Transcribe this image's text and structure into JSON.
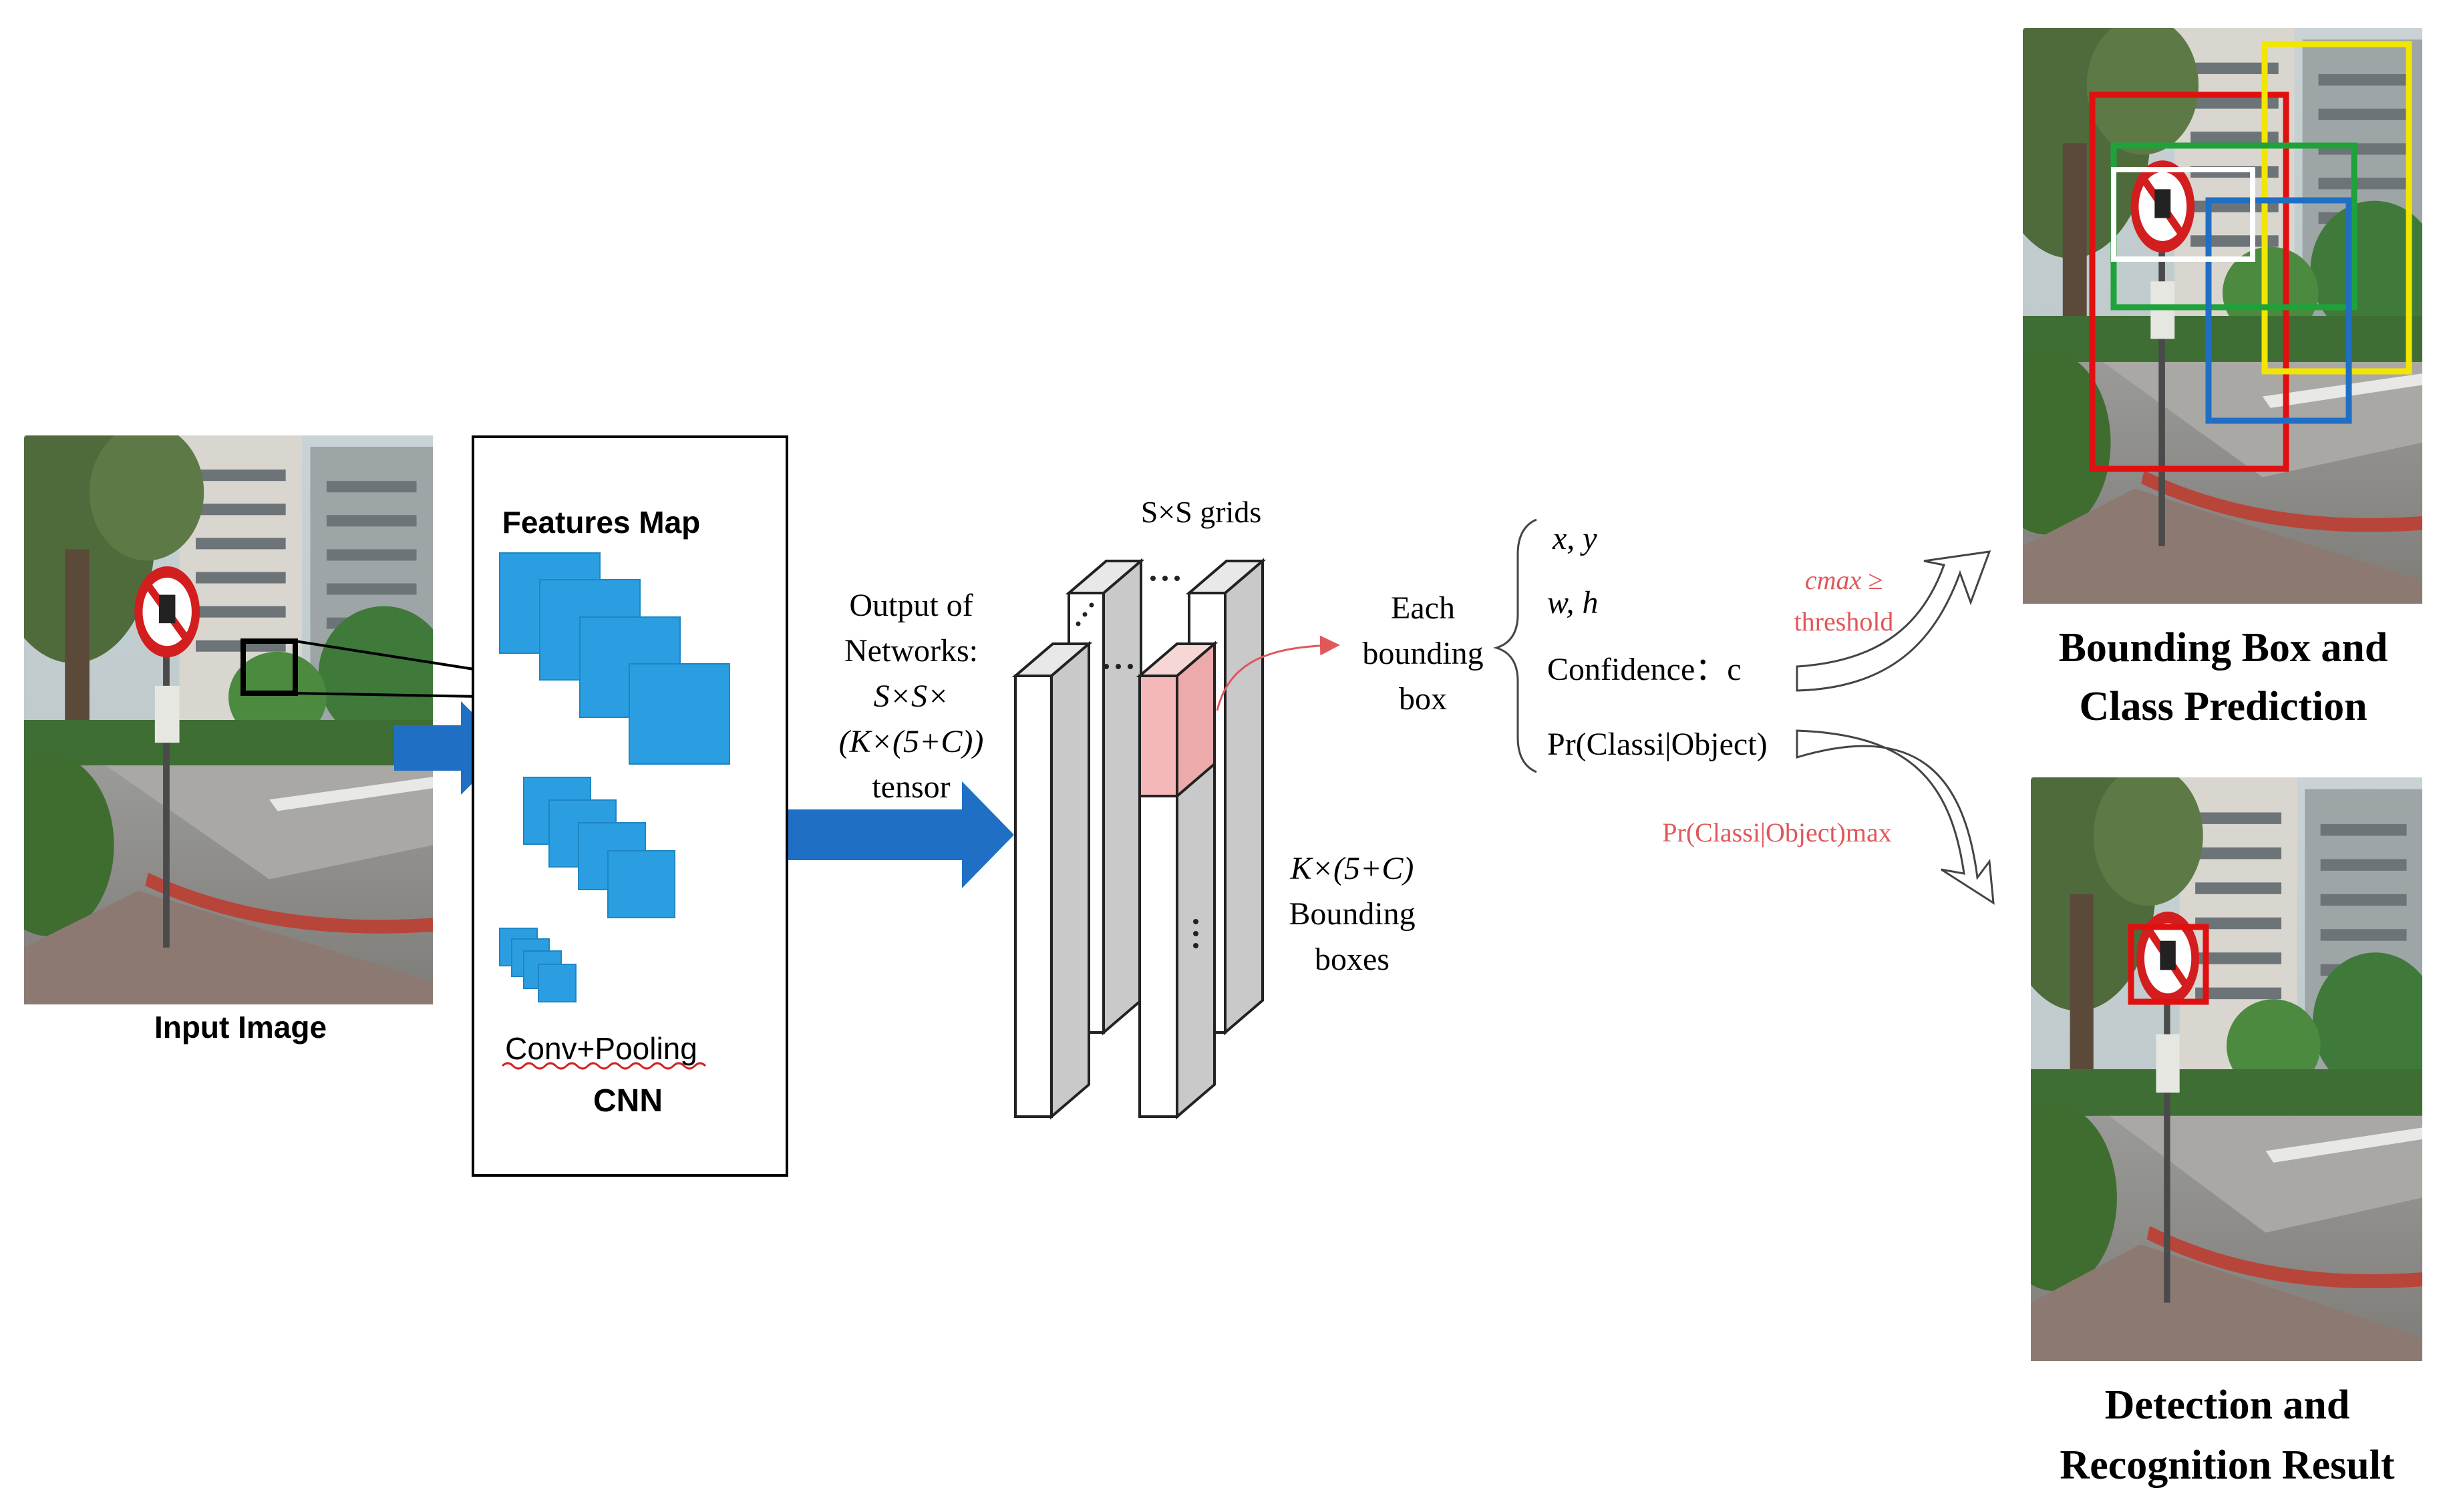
{
  "input": {
    "caption": "Input Image"
  },
  "cnn": {
    "features_label": "Features Map",
    "conv_label": "Conv+Pooling",
    "title": "CNN"
  },
  "output": {
    "lines": [
      "Output of",
      "Networks:",
      "S×S×",
      "(K×(5+C))",
      "tensor"
    ]
  },
  "tensor": {
    "grid_label": "S×S grids",
    "boxes_label": [
      "K×(5+C)",
      "Bounding",
      "boxes"
    ],
    "dots": "..."
  },
  "each_box": {
    "lines": [
      "Each",
      "bounding",
      "box"
    ]
  },
  "params": {
    "xy": "x, y",
    "wh": "w, h",
    "confidence": "Confidence：c",
    "pr_class": "Pr(Classi|Object)"
  },
  "conditions": {
    "cmax": "cmax ≥",
    "threshold": "threshold",
    "pr_max": "Pr(Classi|Object)max"
  },
  "results": {
    "prediction_caption": [
      "Bounding Box and",
      "Class Prediction"
    ],
    "detection_caption": [
      "Detection and",
      "Recognition Result"
    ]
  },
  "colors": {
    "arrow_blue": "#1f6fc5",
    "feature_blue": "#2a9ee0",
    "highlight_pink": "#f4b8b8",
    "annotation_red": "#e0585a",
    "box_red": "#e01010",
    "box_yellow": "#f2e600",
    "box_green": "#1fa23a",
    "box_blue": "#1f6fc5"
  }
}
